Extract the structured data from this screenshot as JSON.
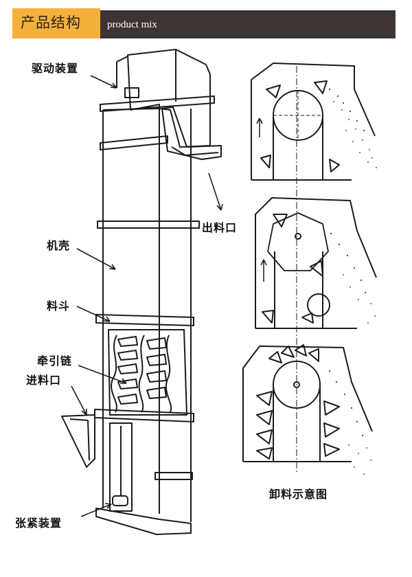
{
  "header": {
    "title": "产品结构",
    "subtitle": "product mix"
  },
  "labels": {
    "drive": "驱动装置",
    "outlet": "出料口",
    "casing": "机壳",
    "bucket": "料斗",
    "chain": "牵引链",
    "inlet": "进料口",
    "tension": "张紧装置",
    "discharge": "卸料示意图"
  },
  "colors": {
    "header_bar": "#3d3531",
    "header_badge": "#f3b13b",
    "line": "#1a1a1a"
  }
}
